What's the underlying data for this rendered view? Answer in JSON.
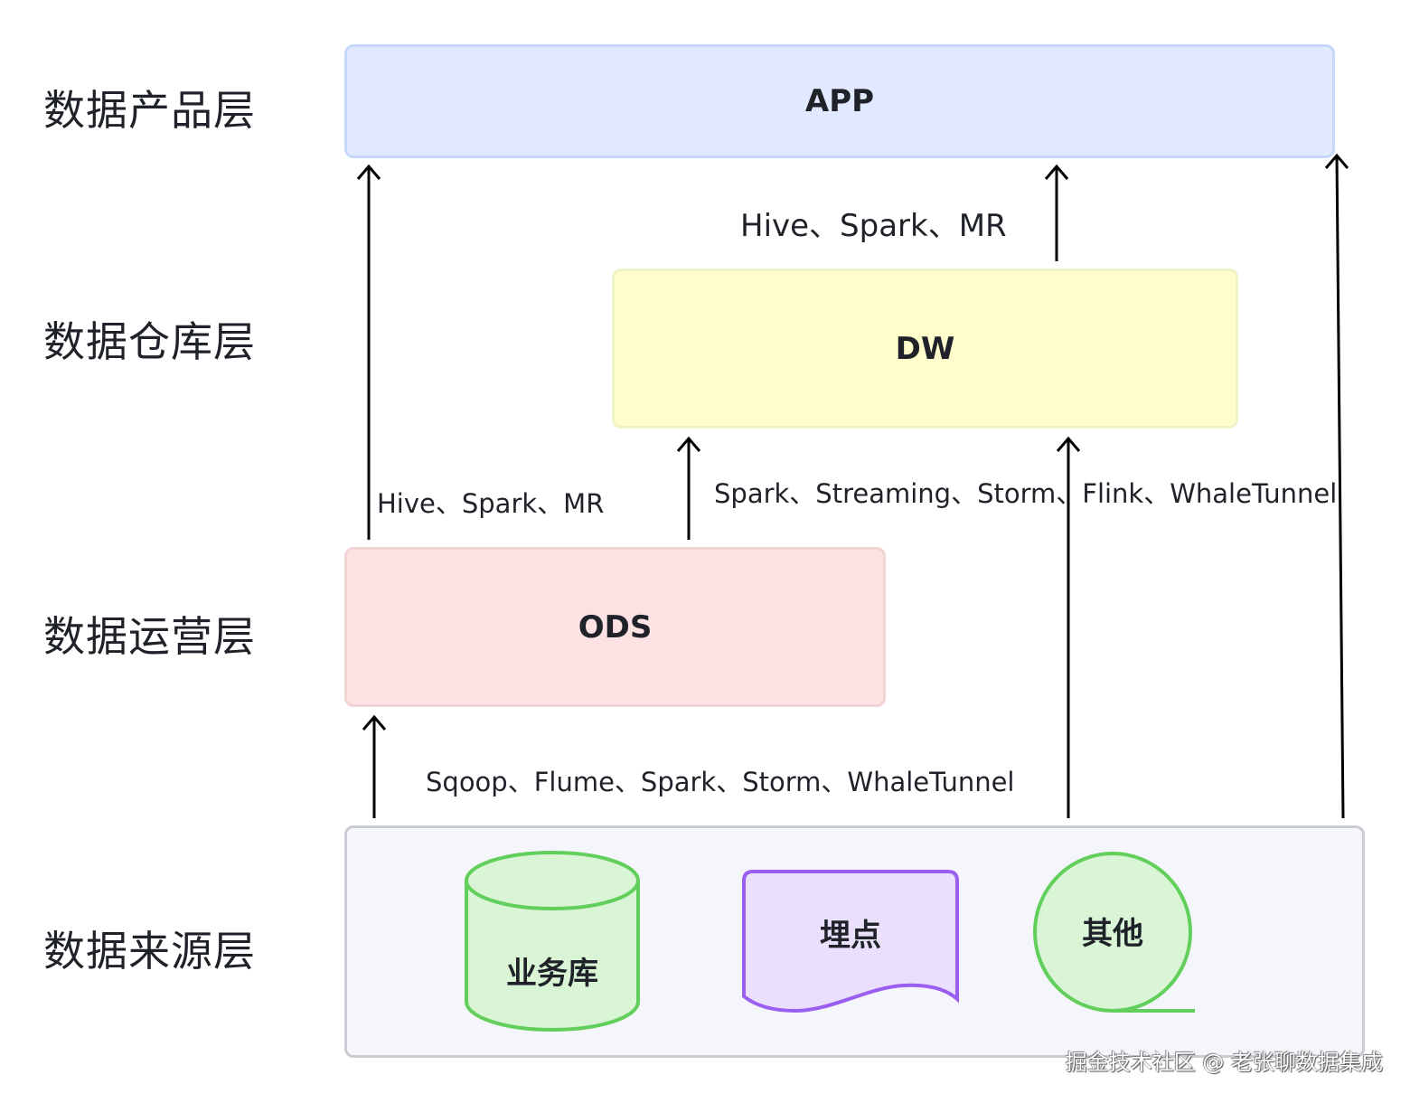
{
  "layers": [
    {
      "label": "数据产品层"
    },
    {
      "label": "数据仓库层"
    },
    {
      "label": "数据运营层"
    },
    {
      "label": "数据来源层"
    }
  ],
  "boxes": {
    "app": {
      "label": "APP",
      "fill": "#e0e9fd",
      "border": "#c7d7fb"
    },
    "dw": {
      "label": "DW",
      "fill": "#fefdcb",
      "border": "#eff3c6"
    },
    "ods": {
      "label": "ODS",
      "fill": "#fde2e3",
      "border": "#f0d4d6"
    },
    "sources": {
      "fill": "#f5f6fb",
      "border": "#c9ccd2"
    }
  },
  "sources": {
    "business_db": {
      "label": "业务库",
      "fill": "#d9f5d6",
      "stroke": "#62cf5c"
    },
    "tracking": {
      "label": "埋点",
      "fill": "#ebe0fc",
      "stroke": "#9a5ef0"
    },
    "other": {
      "label": "其他",
      "fill": "#d9f5d6",
      "stroke": "#62cf5c"
    }
  },
  "edge_labels": {
    "dw_to_app": "Hive、Spark、MR",
    "ods_to_app": "Hive、Spark、MR",
    "realtime": "Spark、Streaming、Storm、Flink、WhaleTunnel",
    "sources_to_ods": "Sqoop、Flume、Spark、Storm、WhaleTunnel"
  },
  "watermark": "掘金技术社区 @ 老张聊数据集成"
}
